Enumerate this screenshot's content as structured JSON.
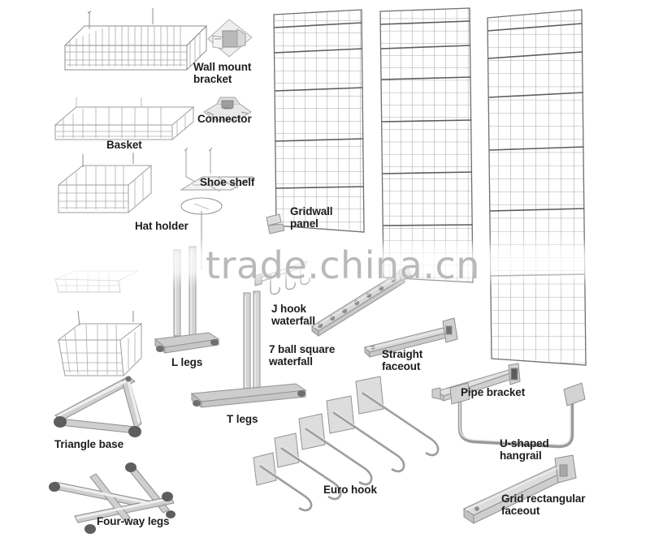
{
  "page": {
    "title": "Gridwall display accessories product chart",
    "background": "#ffffff",
    "label_color": "#1d1d1b",
    "metal_color": "#9a9a9a",
    "watermark": "trade.china.cn",
    "watermark_color": "#b9b9b9"
  },
  "labels": {
    "basket": "Basket",
    "wall_mount_bracket": "Wall mount\nbracket",
    "connector": "Connector",
    "shoe_shelf": "Shoe shelf",
    "hat_holder": "Hat holder",
    "gridwall_panel": "Gridwall\npanel",
    "j_hook_waterfall": "J hook\nwaterfall",
    "seven_ball_square_waterfall": "7 ball square\nwaterfall",
    "straight_faceout": "Straight\nfaceout",
    "pipe_bracket": "Pipe bracket",
    "u_shaped_hangrail": "U-shaped\nhangrail",
    "grid_rectangular_faceout": "Grid rectangular\nfaceout",
    "l_legs": "L legs",
    "t_legs": "T legs",
    "triangle_base": "Triangle base",
    "four_way_legs": "Four-way legs",
    "euro_hook": "Euro hook"
  },
  "products": [
    {
      "id": "basket-wide-top",
      "name": "Basket",
      "label": "Basket"
    },
    {
      "id": "basket-shallow",
      "name": "Basket",
      "label": "Basket"
    },
    {
      "id": "basket-square",
      "name": "Basket",
      "label": "Basket"
    },
    {
      "id": "basket-flat",
      "name": "Basket",
      "label": "Basket"
    },
    {
      "id": "basket-deep",
      "name": "Basket",
      "label": "Basket"
    },
    {
      "id": "wall-mount-bracket",
      "name": "Wall mount bracket",
      "label": "Wall mount\nbracket"
    },
    {
      "id": "connector",
      "name": "Connector",
      "label": "Connector"
    },
    {
      "id": "shoe-shelf",
      "name": "Shoe shelf",
      "label": "Shoe shelf"
    },
    {
      "id": "hat-holder",
      "name": "Hat holder",
      "label": "Hat holder"
    },
    {
      "id": "gridwall-panel-1",
      "name": "Gridwall panel",
      "label": "Gridwall\npanel"
    },
    {
      "id": "gridwall-panel-2",
      "name": "Gridwall panel",
      "label": ""
    },
    {
      "id": "gridwall-panel-3",
      "name": "Gridwall panel",
      "label": ""
    },
    {
      "id": "j-hook-waterfall",
      "name": "J hook waterfall",
      "label": "J hook\nwaterfall"
    },
    {
      "id": "seven-ball-waterfall",
      "name": "7 ball square waterfall",
      "label": "7 ball square\nwaterfall"
    },
    {
      "id": "straight-faceout",
      "name": "Straight faceout",
      "label": "Straight\nfaceout"
    },
    {
      "id": "pipe-bracket",
      "name": "Pipe bracket",
      "label": "Pipe bracket"
    },
    {
      "id": "u-shaped-hangrail",
      "name": "U-shaped hangrail",
      "label": "U-shaped\nhangrail"
    },
    {
      "id": "grid-rect-faceout",
      "name": "Grid rectangular faceout",
      "label": "Grid rectangular\nfaceout"
    },
    {
      "id": "l-legs",
      "name": "L legs",
      "label": "L legs"
    },
    {
      "id": "t-legs",
      "name": "T legs",
      "label": "T legs"
    },
    {
      "id": "triangle-base",
      "name": "Triangle base",
      "label": "Triangle base"
    },
    {
      "id": "four-way-legs",
      "name": "Four-way legs",
      "label": "Four-way legs"
    },
    {
      "id": "euro-hook",
      "name": "Euro hook",
      "label": "Euro hook"
    }
  ]
}
